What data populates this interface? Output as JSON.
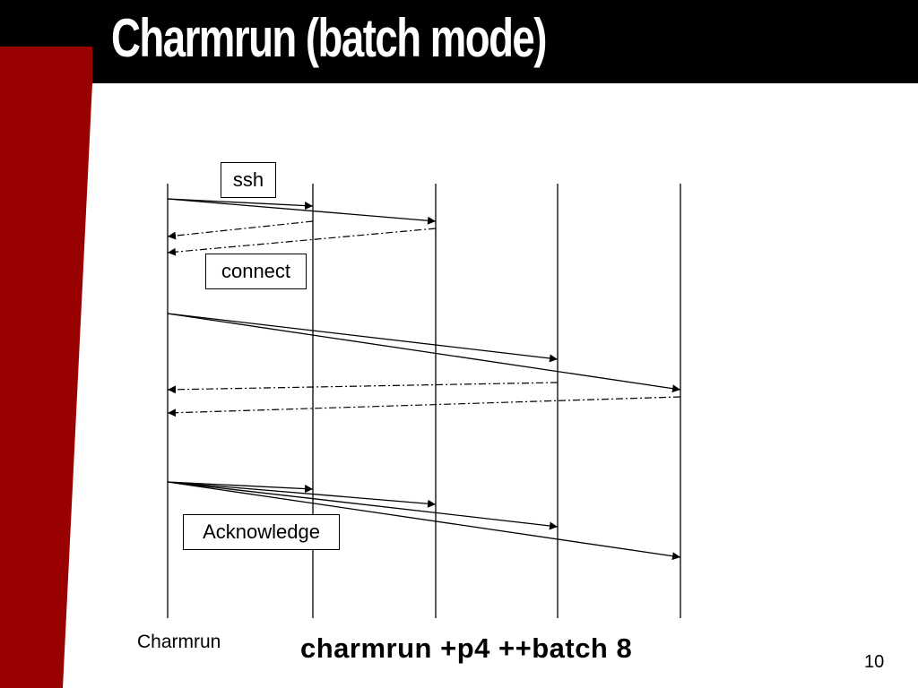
{
  "slide": {
    "title": "Charmrun (batch mode)",
    "number": "10",
    "command": "charmrun +p4 ++batch 8"
  },
  "diagram": {
    "actor_label": "Charmrun",
    "labels": {
      "ssh": "ssh",
      "connect": "connect",
      "acknowledge": "Acknowledge"
    }
  },
  "colors": {
    "title_bar": "#000000",
    "accent_red": "#990000",
    "title_text": "#ffffff",
    "lines": "#000000"
  }
}
